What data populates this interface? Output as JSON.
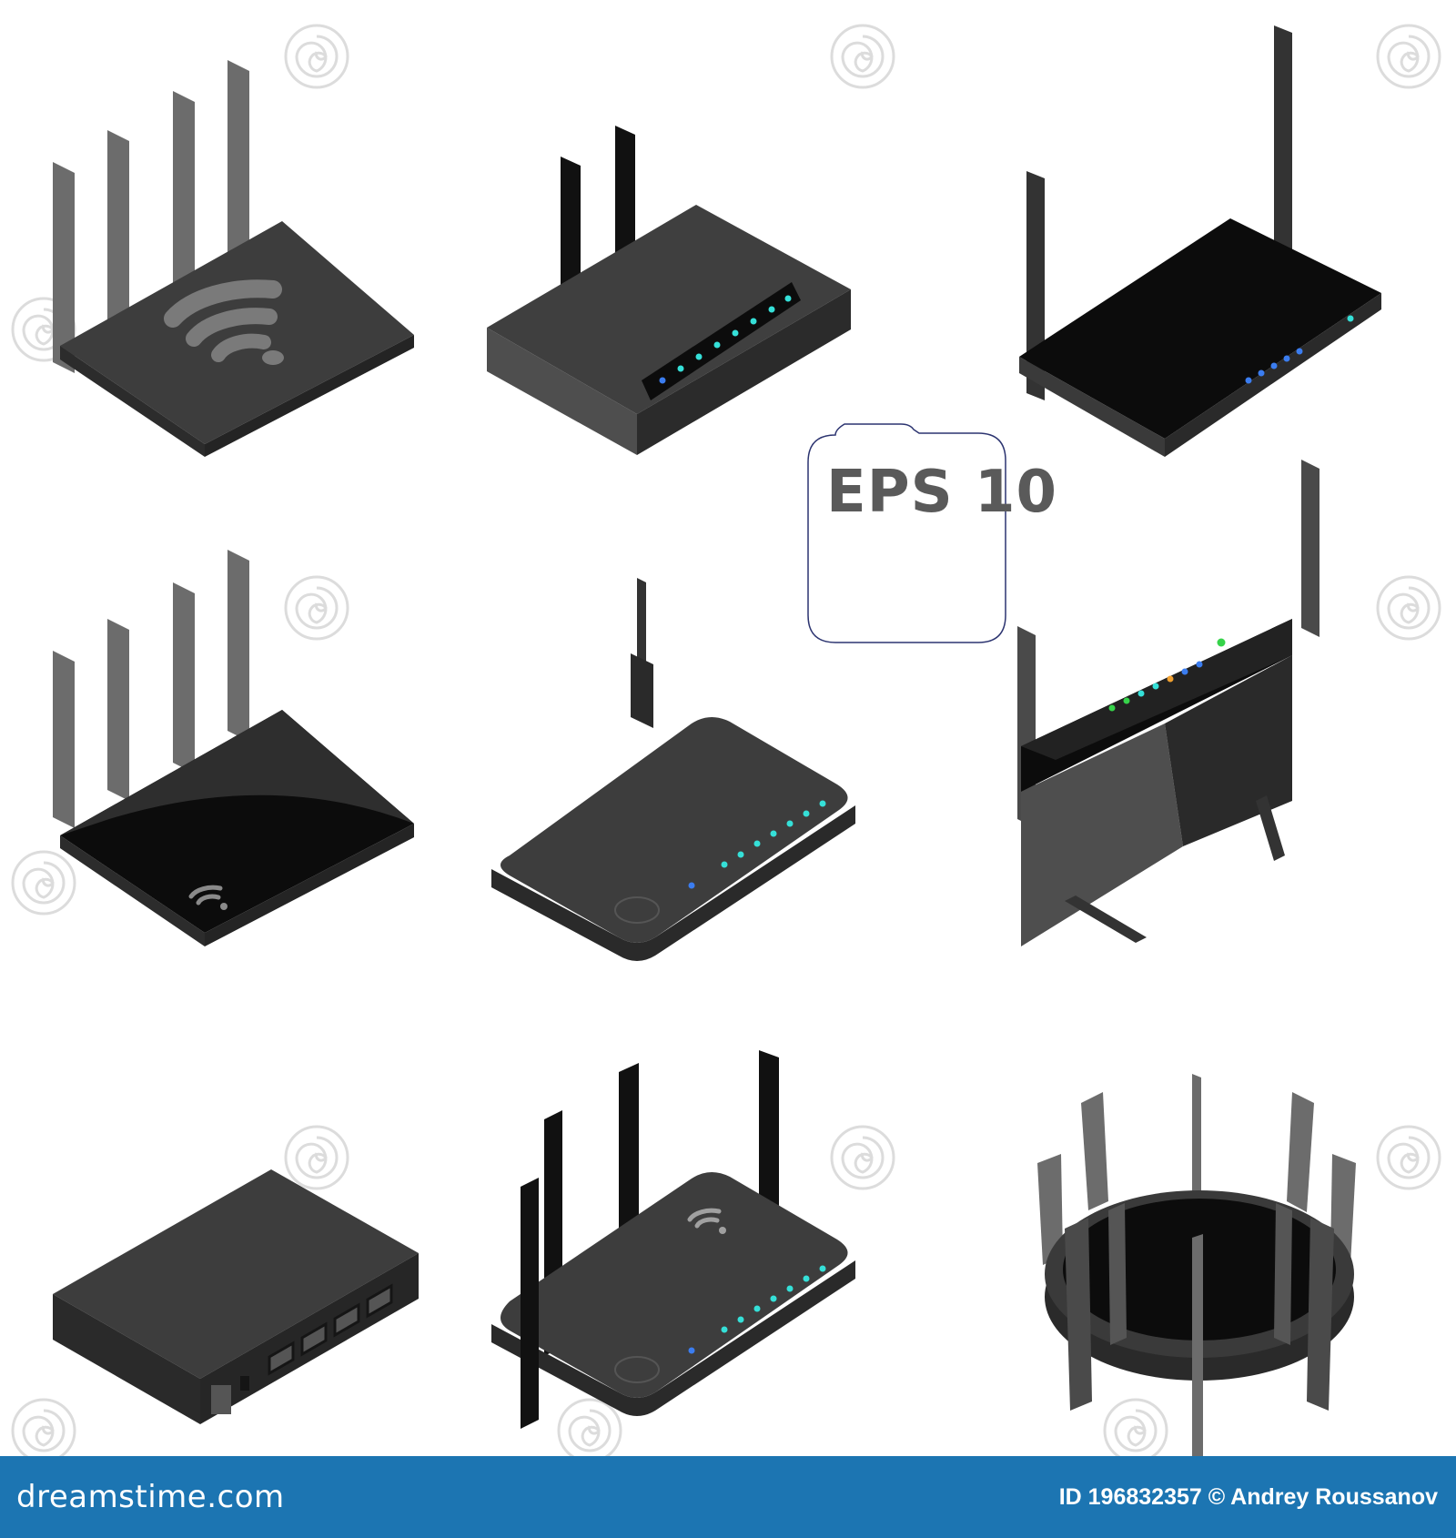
{
  "badge": {
    "label": "EPS 10"
  },
  "footer": {
    "brand": "dreamstime.com",
    "credit": "ID 196832357 © Andrey Roussanov"
  },
  "colors": {
    "background": "#ffffff",
    "footer_bar": "#1c75b2",
    "router_dark": "#3d3d3d",
    "router_black": "#0c0c0c",
    "led_cyan": "#35e0d8",
    "led_blue": "#3b7df0",
    "led_green": "#36d34a",
    "led_orange": "#f0a030"
  },
  "icons": [
    "wifi-icon",
    "router-icon",
    "watermark-spiral-icon"
  ]
}
